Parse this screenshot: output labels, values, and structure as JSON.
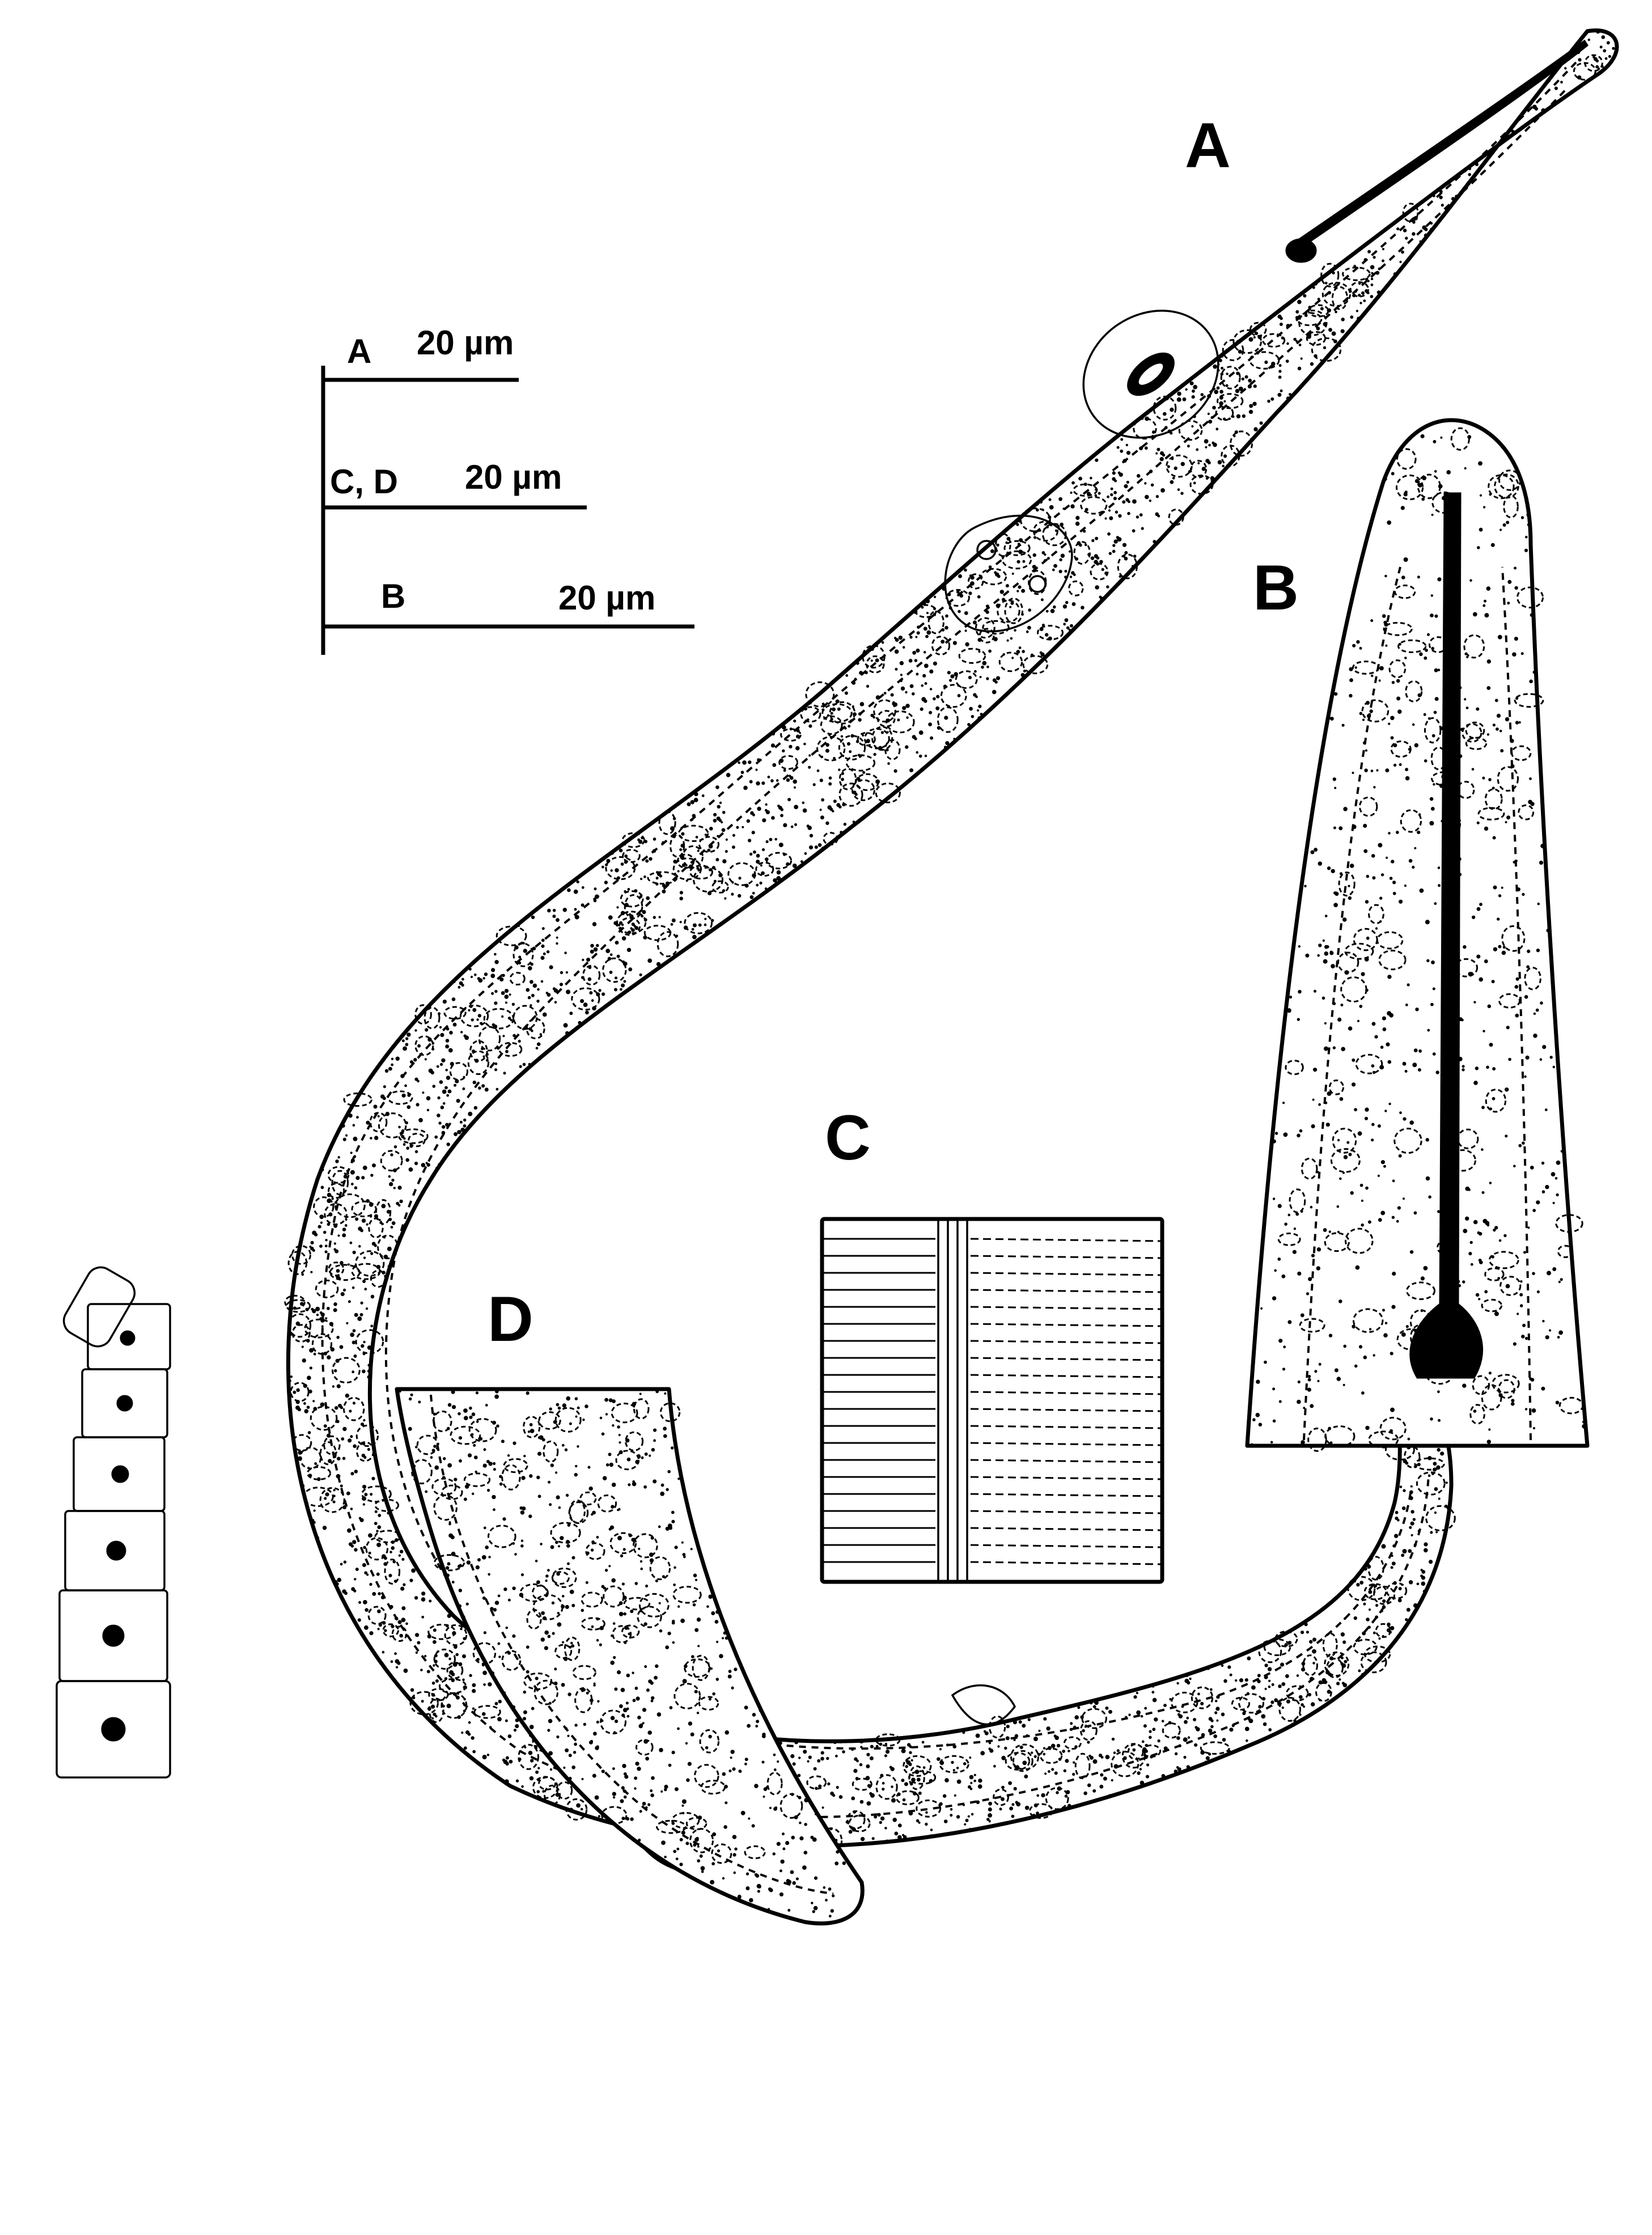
{
  "panels": {
    "a": "A",
    "b": "B",
    "c": "C",
    "d": "D"
  },
  "scale_bars": [
    {
      "panel": "A",
      "length": "20 µm"
    },
    {
      "panel": "C, D",
      "length": "20 µm"
    },
    {
      "panel": "B",
      "length": "20 µm"
    }
  ],
  "colors": {
    "ink": "#000000",
    "paper": "#ffffff"
  }
}
